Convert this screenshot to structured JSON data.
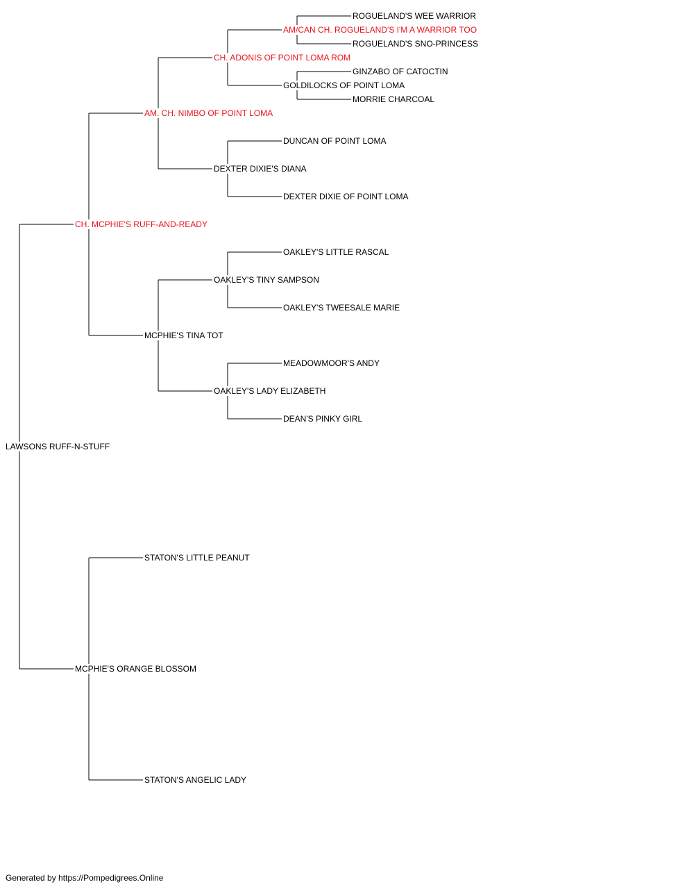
{
  "colors": {
    "champion": "#e8141c",
    "normal": "#000000",
    "line": "#000000"
  },
  "pedigree": {
    "name": "LAWSONS RUFF-N-STUFF",
    "champion": false,
    "sire": {
      "name": "CH. MCPHIE'S RUFF-AND-READY",
      "champion": true,
      "sire": {
        "name": "AM. CH. NIMBO OF POINT LOMA",
        "champion": true,
        "sire": {
          "name": "CH. ADONIS OF POINT LOMA ROM",
          "champion": true,
          "sire": {
            "name": "AM/CAN CH. ROGUELAND'S I'M A WARRIOR TOO",
            "champion": true,
            "sire": {
              "name": "ROGUELAND'S WEE WARRIOR",
              "champion": false
            },
            "dam": {
              "name": "ROGUELAND'S SNO-PRINCESS",
              "champion": false
            }
          },
          "dam": {
            "name": "GOLDILOCKS OF POINT LOMA",
            "champion": false,
            "sire": {
              "name": "GINZABO OF CATOCTIN",
              "champion": false
            },
            "dam": {
              "name": "MORRIE CHARCOAL",
              "champion": false
            }
          }
        },
        "dam": {
          "name": "DEXTER DIXIE'S DIANA",
          "champion": false,
          "sire": {
            "name": "DUNCAN OF POINT LOMA",
            "champion": false
          },
          "dam": {
            "name": "DEXTER DIXIE OF POINT LOMA",
            "champion": false
          }
        }
      },
      "dam": {
        "name": "MCPHIE'S TINA TOT",
        "champion": false,
        "sire": {
          "name": "OAKLEY'S TINY SAMPSON",
          "champion": false,
          "sire": {
            "name": "OAKLEY'S LITTLE RASCAL",
            "champion": false
          },
          "dam": {
            "name": "OAKLEY'S TWEESALE MARIE",
            "champion": false
          }
        },
        "dam": {
          "name": "OAKLEY'S LADY ELIZABETH",
          "champion": false,
          "sire": {
            "name": "MEADOWMOOR'S ANDY",
            "champion": false
          },
          "dam": {
            "name": "DEAN'S PINKY GIRL",
            "champion": false
          }
        }
      }
    },
    "dam": {
      "name": "MCPHIE'S ORANGE BLOSSOM",
      "champion": false,
      "sire": {
        "name": "STATON'S LITTLE PEANUT",
        "champion": false
      },
      "dam": {
        "name": "STATON'S ANGELIC LADY",
        "champion": false
      }
    }
  },
  "footer": "Generated by https://Pompedigrees.Online"
}
